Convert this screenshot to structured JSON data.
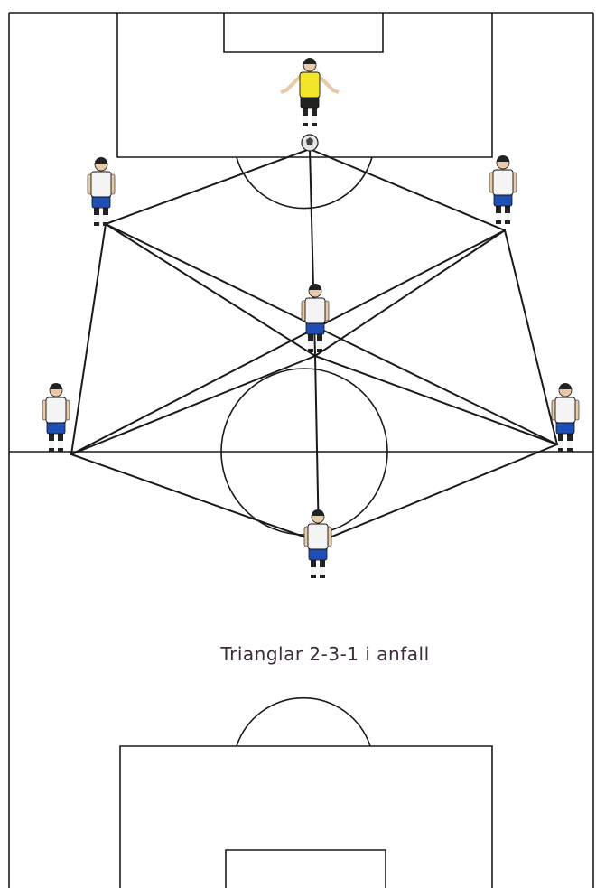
{
  "caption": "Trianglar 2-3-1 i anfall",
  "colors": {
    "line": "#1a1a1a",
    "goalkeeper_shirt": "#f2e52a",
    "outfield_shirt": "#f4f4f4",
    "outfield_shorts": "#1f4fb5",
    "skin": "#e8c9a8",
    "hair": "#222222",
    "ball": "#e6e6e6"
  },
  "players": [
    {
      "id": "goalkeeper",
      "role": "goalkeeper"
    },
    {
      "id": "left-back",
      "role": "outfield"
    },
    {
      "id": "right-back",
      "role": "outfield"
    },
    {
      "id": "center-midfielder",
      "role": "outfield"
    },
    {
      "id": "left-winger",
      "role": "outfield"
    },
    {
      "id": "right-winger",
      "role": "outfield"
    },
    {
      "id": "striker",
      "role": "outfield"
    }
  ],
  "connections": [
    [
      "ball",
      "left-back"
    ],
    [
      "ball",
      "right-back"
    ],
    [
      "ball",
      "center-midfielder"
    ],
    [
      "left-back",
      "center-midfielder"
    ],
    [
      "right-back",
      "center-midfielder"
    ],
    [
      "left-back",
      "right-winger"
    ],
    [
      "right-back",
      "left-winger"
    ],
    [
      "left-back",
      "left-winger"
    ],
    [
      "right-back",
      "right-winger"
    ],
    [
      "center-midfielder",
      "left-winger"
    ],
    [
      "center-midfielder",
      "right-winger"
    ],
    [
      "center-midfielder",
      "striker"
    ],
    [
      "left-winger",
      "striker"
    ],
    [
      "right-winger",
      "striker"
    ]
  ]
}
